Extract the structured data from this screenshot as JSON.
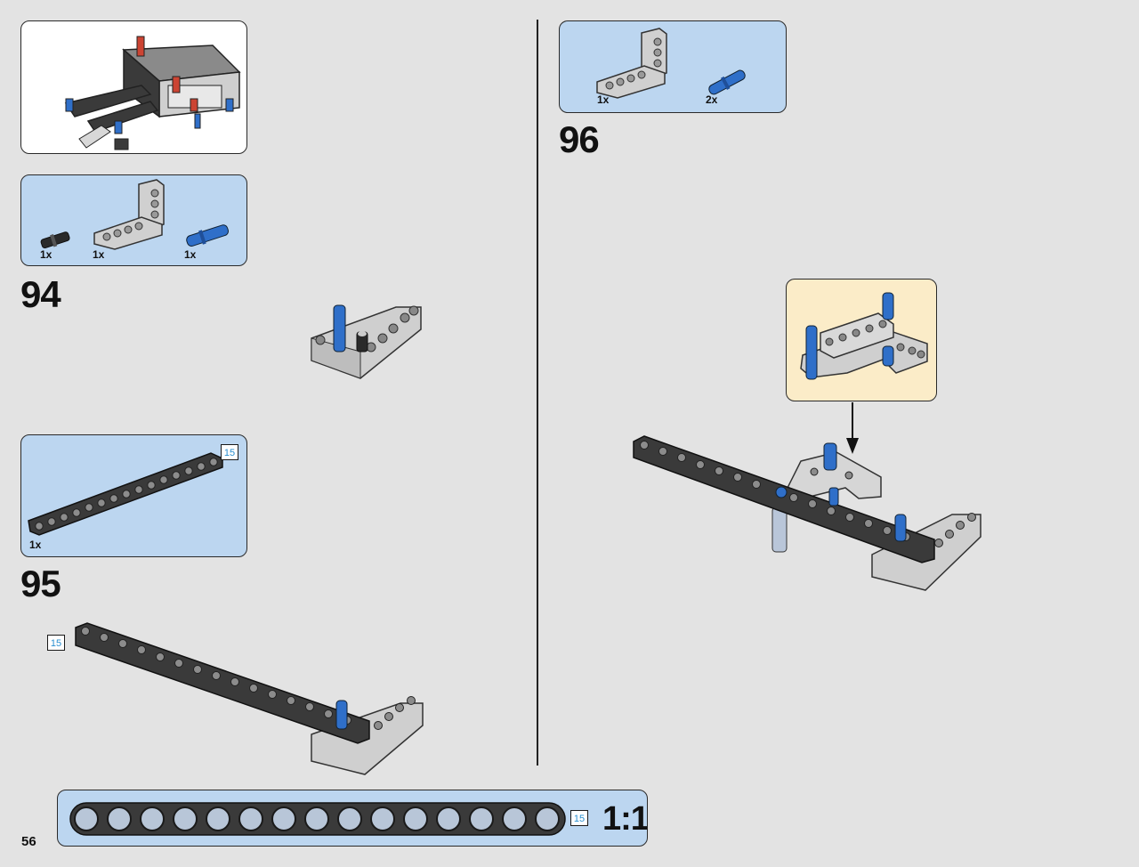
{
  "page": {
    "number": "56"
  },
  "steps": [
    {
      "number": "94",
      "parts": [
        {
          "qty": "1x",
          "icon": "black-axle-pin-icon"
        },
        {
          "qty": "1x",
          "icon": "gray-l-beam-icon"
        },
        {
          "qty": "1x",
          "icon": "blue-axle-pin-icon"
        }
      ]
    },
    {
      "number": "95",
      "parts": [
        {
          "qty": "1x",
          "icon": "black-beam-15-icon"
        }
      ],
      "length_badge": "15",
      "assembly_length_badge": "15"
    },
    {
      "number": "96",
      "parts": [
        {
          "qty": "1x",
          "icon": "gray-l-beam-icon"
        },
        {
          "qty": "2x",
          "icon": "blue-pin-icon"
        }
      ]
    }
  ],
  "scale": {
    "label": "1:1",
    "length_badge": "15"
  },
  "colors": {
    "panel_blue": "#bcd6f0",
    "callout_cream": "#fbecc8",
    "brick_blue": "#2f6fc9",
    "beam_gray": "#c9c9c9",
    "beam_black": "#3a3a3a"
  }
}
